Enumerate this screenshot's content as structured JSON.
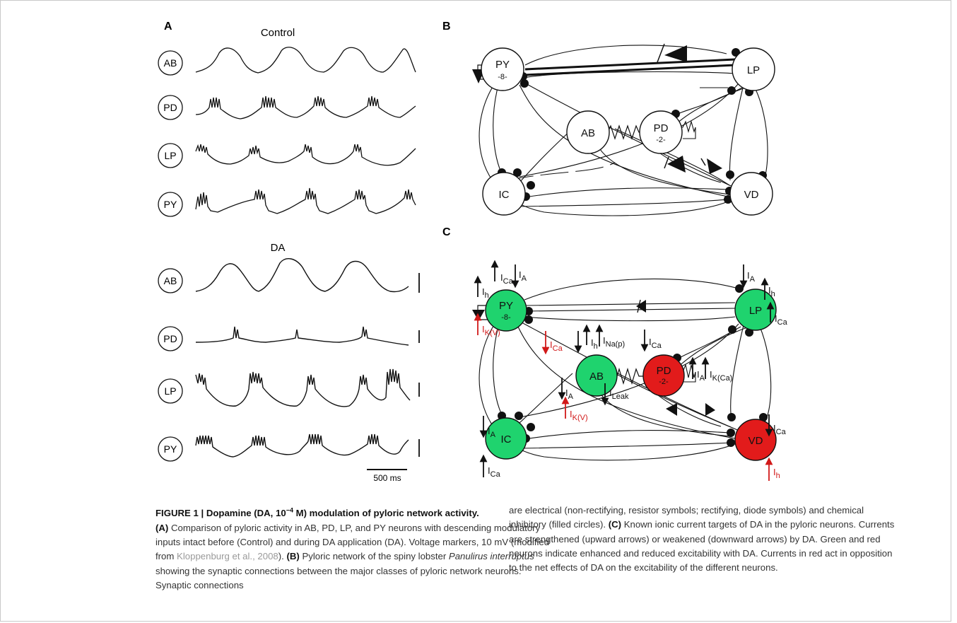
{
  "panels": {
    "A": {
      "label": "A",
      "control_title": "Control",
      "da_title": "DA",
      "neurons": [
        "AB",
        "PD",
        "LP",
        "PY"
      ],
      "scale_label": "500 ms"
    },
    "B": {
      "label": "B",
      "nodes": {
        "PY": "PY",
        "PY_sub": "-8-",
        "LP": "LP",
        "AB": "AB",
        "PD": "PD",
        "PD_sub": "-2-",
        "IC": "IC",
        "VD": "VD"
      }
    },
    "C": {
      "label": "C",
      "nodes": {
        "PY": "PY",
        "PY_sub": "-8-",
        "LP": "LP",
        "AB": "AB",
        "PD": "PD",
        "PD_sub": "-2-",
        "IC": "IC",
        "VD": "VD"
      },
      "current_I": "I",
      "currents": {
        "Ca": "Ca",
        "A": "A",
        "h": "h",
        "KV": "K(V)",
        "NaP": "Na(p)",
        "Leak": "Leak",
        "KCa": "K(Ca)"
      }
    }
  },
  "colors": {
    "enhanced": "#1fd36e",
    "reduced": "#e21b1b",
    "opposing_current": "#d11919"
  },
  "caption": {
    "title": "FIGURE 1 | Dopamine (DA, 10",
    "title_exp": "−4",
    "title_rest": " M) modulation of pyloric network activity.",
    "a_label": "(A)",
    "a_text": " Comparison of pyloric activity in AB, PD, LP, and PY neurons with descending modulatory inputs intact before (Control) and during DA application (DA). Voltage markers, 10 mV (modified from ",
    "a_cite": "Kloppenburg et al., 2008",
    "a_end": "). ",
    "b_label": "(B)",
    "b_text1": " Pyloric network of the spiny lobster ",
    "b_species": "Panulirus interruptus",
    "b_text2": " showing the synaptic connections between the major classes of pyloric network neurons. Synaptic connections",
    "right_text1": "are electrical (non-rectifying, resistor symbols; rectifying, diode symbols) and chemical inhibitory (filled circles). ",
    "c_label": "(C)",
    "c_text": " Known ionic current targets of DA in the pyloric neurons. Currents are strengthened (upward arrows) or weakened (downward arrows) by DA. Green and red neurons indicate enhanced and reduced excitability with DA. Currents in red act in opposition to the net effects of DA on the excitability of the different neurons."
  }
}
